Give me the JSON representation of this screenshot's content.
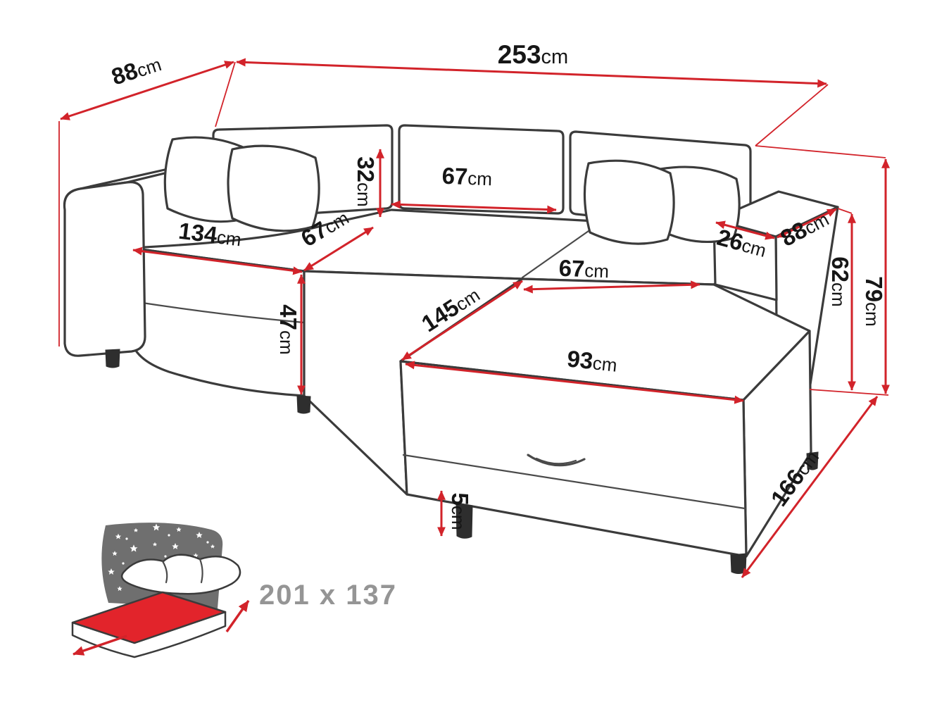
{
  "colors": {
    "dimension_red": "#d2232a",
    "outline_dark": "#3b3b3b",
    "icon_night_gray": "#6f6f6f",
    "mattress_red": "#e2242b",
    "label_black": "#161616",
    "bed_label_gray": "#959595"
  },
  "labels": {
    "total_width": {
      "value": "253",
      "unit": "cm"
    },
    "total_depth": {
      "value": "88",
      "unit": "cm"
    },
    "backrest_cushion_height": {
      "value": "32",
      "unit": "cm"
    },
    "backrest_cushion_width": {
      "value": "67",
      "unit": "cm"
    },
    "seat_front_length": {
      "value": "134",
      "unit": "cm"
    },
    "seat_depth": {
      "value": "67",
      "unit": "cm"
    },
    "seat_height": {
      "value": "47",
      "unit": "cm"
    },
    "chaise_seat_width": {
      "value": "67",
      "unit": "cm"
    },
    "chaise_length": {
      "value": "145",
      "unit": "cm"
    },
    "chaise_front_width": {
      "value": "93",
      "unit": "cm"
    },
    "armrest_width": {
      "value": "26",
      "unit": "cm"
    },
    "armrest_depth": {
      "value": "88",
      "unit": "cm"
    },
    "armrest_height": {
      "value": "62",
      "unit": "cm"
    },
    "total_height": {
      "value": "79",
      "unit": "cm"
    },
    "total_depth_with_chaise": {
      "value": "166",
      "unit": "cm"
    },
    "leg_height": {
      "value": "5",
      "unit": "cm"
    }
  },
  "bed_icon": {
    "sleeping_area_label": "201 x 137"
  }
}
